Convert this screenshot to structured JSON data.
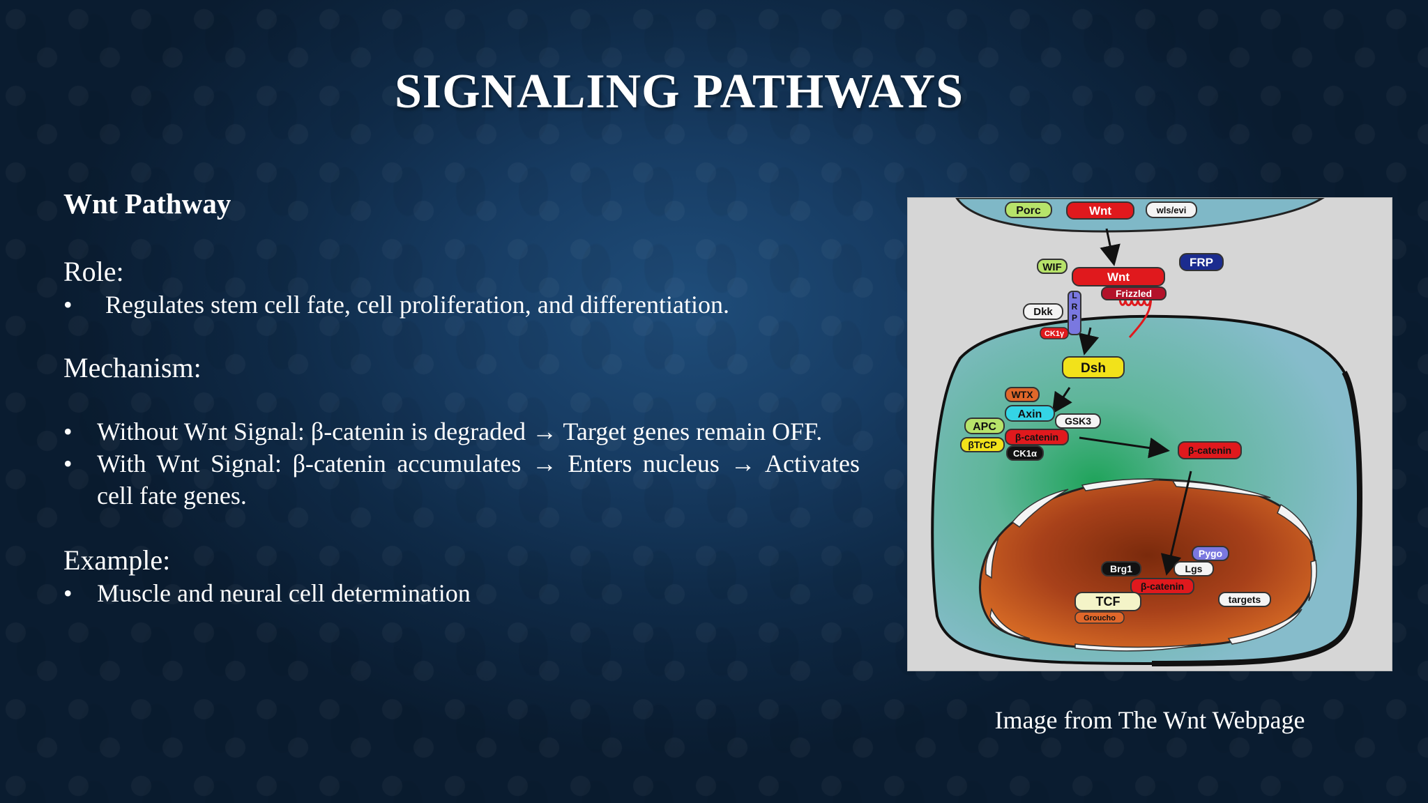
{
  "slide": {
    "title": "SIGNALING PATHWAYS",
    "subtitle": "Wnt Pathway",
    "role": {
      "heading": "Role:",
      "bullets": [
        "Regulates stem cell fate, cell proliferation, and differentiation."
      ]
    },
    "mechanism": {
      "heading": "Mechanism:",
      "bullets": [
        "Without Wnt Signal: β-catenin is degraded → Target genes remain OFF.",
        "With Wnt Signal: β-catenin accumulates → Enters nucleus → Activates cell fate genes."
      ]
    },
    "example": {
      "heading": "Example:",
      "bullets": [
        "Muscle and neural cell determination"
      ]
    },
    "caption": "Image from The Wnt Webpage"
  },
  "diagram": {
    "labels": {
      "porc": "Porc",
      "wnt_top": "Wnt",
      "wls": "wls/evi",
      "wif": "WIF",
      "frp": "FRP",
      "wnt_receptor": "Wnt",
      "frizzled": "Frizzled",
      "lrp": "LRP",
      "dkk": "Dkk",
      "ck1_top": "CK1γ",
      "dsh": "Dsh",
      "wtx": "WTX",
      "axin": "Axin",
      "apc": "APC",
      "gsk3": "GSK3",
      "btrcp": "βTrCP",
      "bcatenin_complex": "β-catenin",
      "ck1a": "CK1α",
      "bcatenin_cyto": "β-catenin",
      "pygo": "Pygo",
      "brg1": "Brg1",
      "lgs": "Lgs",
      "bcatenin_nuc": "β-catenin",
      "tcf": "TCF",
      "targets": "targets",
      "groucho": "Groucho"
    },
    "colors": {
      "cell": "#7fb8c7",
      "cytoplasm_center": "#1fa35a",
      "nucleus_outer": "#c8591f",
      "nucleus_inner": "#7a2a0c",
      "red": "#e0191d",
      "yellow": "#f2e21a",
      "green": "#b7e36a",
      "cyan": "#34d4e6",
      "navy": "#1b2c8f",
      "white": "#f4f4f4",
      "black": "#111111",
      "orange": "#e0672a",
      "purple": "#7a78e0"
    }
  }
}
